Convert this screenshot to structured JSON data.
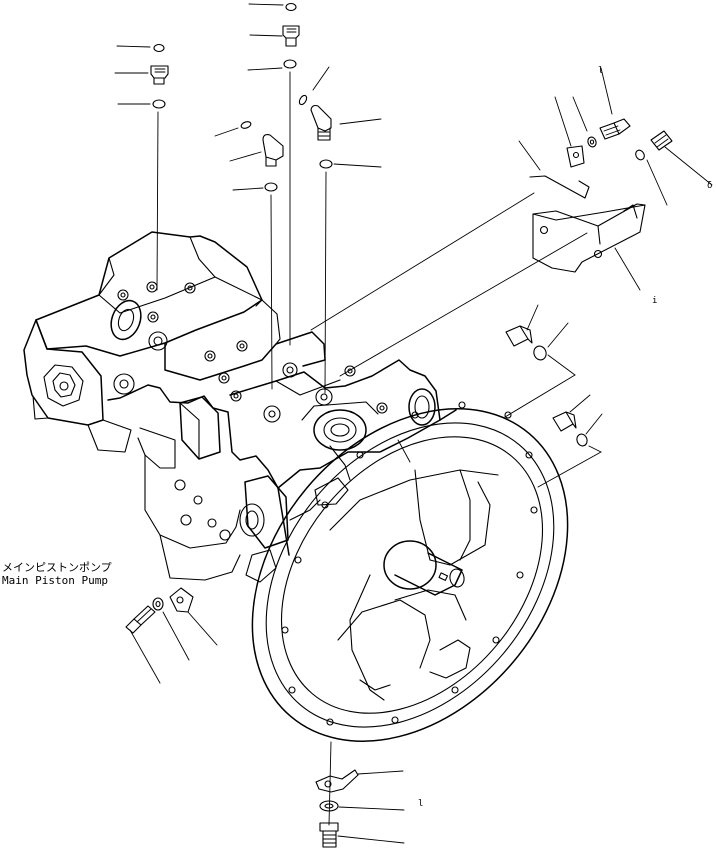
{
  "part_label": {
    "name_japanese": "メインピストンポンプ",
    "name_english": "Main Piston Pump"
  },
  "callout_marks": {
    "small_tick_top_right": "l",
    "mark_right_edge": "δ",
    "tick_bracket": "i",
    "tick_bottom_washer": "l"
  }
}
